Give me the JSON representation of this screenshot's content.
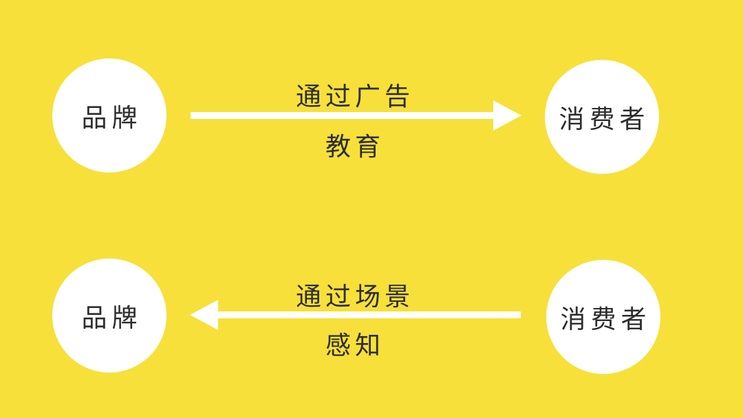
{
  "colors": {
    "background": "#F7E03A",
    "node_fill": "#FFFFFF",
    "arrow": "#FFFFFF",
    "text": "#2D2D2D"
  },
  "diagram": {
    "rows": [
      {
        "left_node": "品牌",
        "right_node": "消费者",
        "arrow_direction": "right",
        "arrow_label_top": "通过广告",
        "arrow_label_bottom": "教育"
      },
      {
        "left_node": "品牌",
        "right_node": "消费者",
        "arrow_direction": "left",
        "arrow_label_top": "通过场景",
        "arrow_label_bottom": "感知"
      }
    ]
  }
}
